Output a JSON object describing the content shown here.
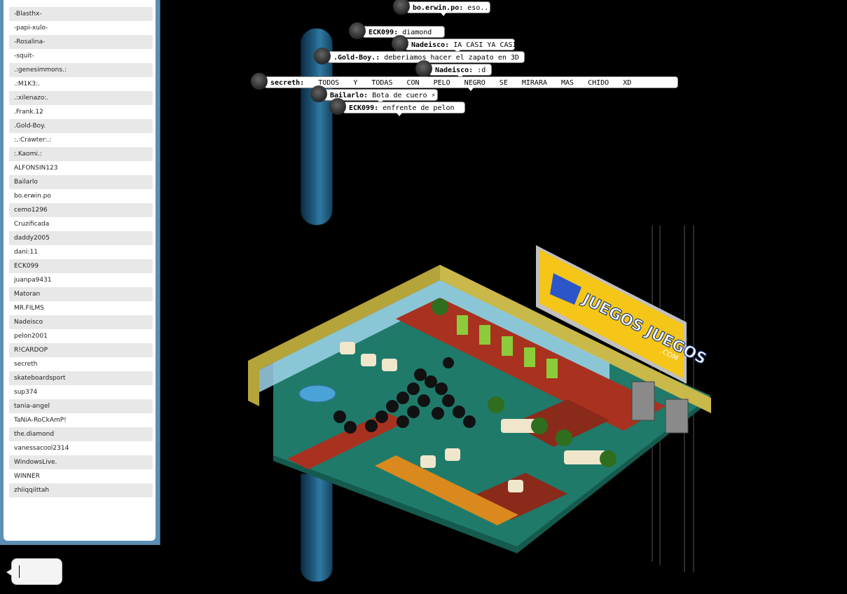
{
  "users": [
    "-Blasthx-",
    "-papi-xulo-",
    "-Rosalina-",
    "-squit-",
    ".:genesimmons.:",
    ".:M1K3:.",
    ".:xilenazo:.",
    ".Frank.12",
    ".Gold-Boy.",
    ":.:Crawter:.:",
    ":.Kaomi.:",
    "ALFONSIN123",
    "Bailarlo",
    "bo.erwin.po",
    "cemo1296",
    "Cruzificada",
    "daddy2005",
    "dani:11",
    "ECK099",
    "juanpa9431",
    "Matoran",
    "MR.FILMS",
    "Nadeisco",
    "pelon2001",
    "R!CARDOP",
    "secreth",
    "skateboardsport",
    "sup374",
    "tania-angel",
    "TaNiA-RoCkAmP!",
    "the.diamond",
    "vanessacool2314",
    "WindowsLive.",
    "WINNER",
    "zhiiqqiittah"
  ],
  "chat": [
    {
      "id": "msg-erwin",
      "name": "bo.erwin.po:",
      "text": "eso.."
    },
    {
      "id": "msg-eck1",
      "name": "ECK099:",
      "text": "diamond"
    },
    {
      "id": "msg-nad1",
      "name": "Nadeisco:",
      "text": "IA CASI YA CASI"
    },
    {
      "id": "msg-gold",
      "name": ".Gold-Boy.:",
      "text": "deberiamos hacer el zapato en 3D"
    },
    {
      "id": "msg-nad2",
      "name": "Nadeisco:",
      "text": ":d"
    },
    {
      "id": "msg-secreth",
      "name": "secreth:",
      "text": "TODOS Y TODAS CON PELO NEGRO SE MIRARA MAS CHIDO XD"
    },
    {
      "id": "msg-bail",
      "name": "Bailarlo:",
      "text": "Bota de cuero ⚡"
    },
    {
      "id": "msg-eck2",
      "name": "ECK099:",
      "text": "enfrente de pelon"
    }
  ],
  "billboard": {
    "title": "JUEGOS JUEGOS",
    "sub": ".COM"
  },
  "colors": {
    "panel": "#5b8fb5",
    "floor": "#1f7a6a",
    "wall": "#b5a43a",
    "carpet": "#a8321f",
    "billboard": "#f5c518"
  }
}
